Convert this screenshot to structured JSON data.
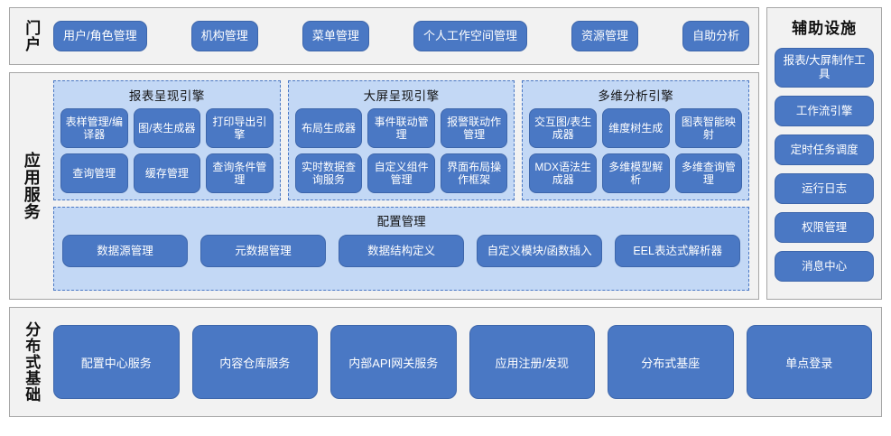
{
  "portal": {
    "label": "门户",
    "items": [
      "用户/角色管理",
      "机构管理",
      "菜单管理",
      "个人工作空间管理",
      "资源管理",
      "自助分析"
    ]
  },
  "aux": {
    "title": "辅助设施",
    "items": [
      "报表/大屏制作工具",
      "工作流引擎",
      "定时任务调度",
      "运行日志",
      "权限管理",
      "消息中心"
    ]
  },
  "app_services": {
    "label": "应用服务",
    "engines": [
      {
        "title": "报表呈现引擎",
        "cells": [
          "表样管理/编译器",
          "图/表生成器",
          "打印导出引擎",
          "查询管理",
          "缓存管理",
          "查询条件管理"
        ]
      },
      {
        "title": "大屏呈现引擎",
        "cells": [
          "布局生成器",
          "事件联动管理",
          "报警联动作管理",
          "实时数据查询服务",
          "自定义组件管理",
          "界面布局操作框架"
        ]
      },
      {
        "title": "多维分析引擎",
        "cells": [
          "交互图/表生成器",
          "维度树生成",
          "图表智能映射",
          "MDX语法生成器",
          "多维模型解析",
          "多维查询管理"
        ]
      }
    ],
    "config": {
      "title": "配置管理",
      "items": [
        "数据源管理",
        "元数据管理",
        "数据结构定义",
        "自定义模块/函数插入",
        "EEL表达式解析器"
      ]
    }
  },
  "distributed": {
    "label": "分布式基础",
    "items": [
      "配置中心服务",
      "内容仓库服务",
      "内部API网关服务",
      "应用注册/发现",
      "分布式基座",
      "单点登录"
    ]
  },
  "colors": {
    "accent": "#4a78c4",
    "accent_border": "#3d66ab",
    "panel_bg": "#f2f2f2",
    "panel_border": "#a6a6a6",
    "engine_bg": "#c3d8f5"
  }
}
